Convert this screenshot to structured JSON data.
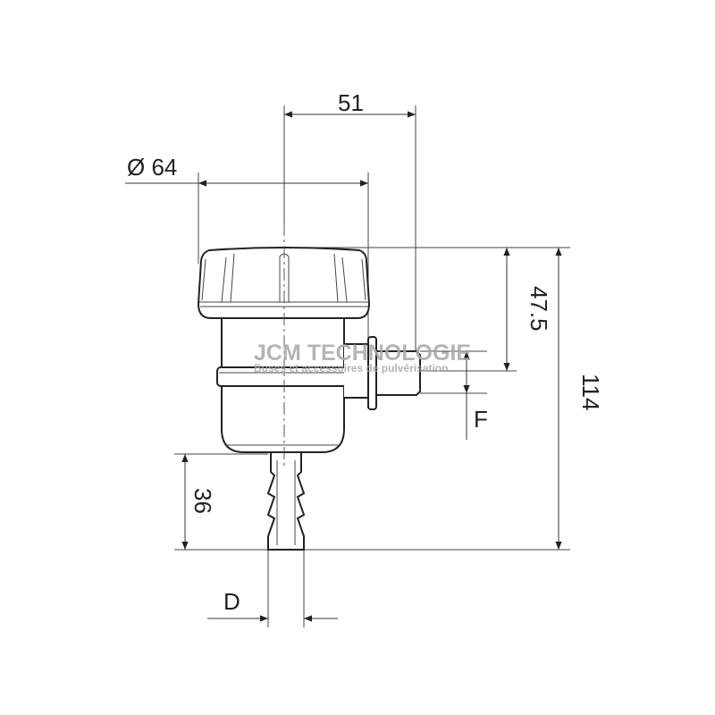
{
  "dimensions": {
    "width_offset": "51",
    "diameter": "Ø 64",
    "height_upper": "47.5",
    "height_total": "114",
    "thread": "F",
    "nipple_length": "36",
    "nipple_diameter": "D"
  },
  "watermark": {
    "title": "JCM TECHNOLOGIE",
    "subtitle": "Buses et accessoires de pulvérisation"
  }
}
